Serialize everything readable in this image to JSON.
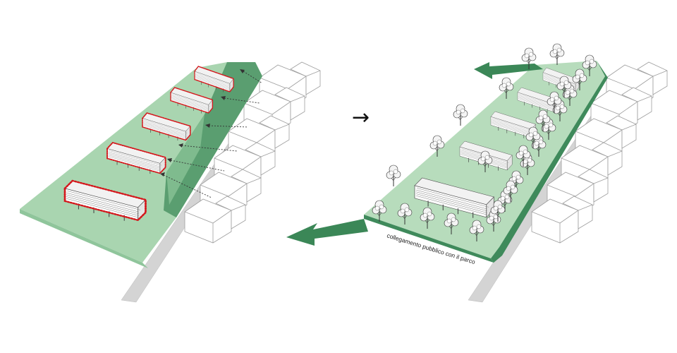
{
  "diagram": {
    "caption": "collegamento pubblico con il parco",
    "transition_symbol": "→",
    "colors": {
      "park_green": "#a9d5b0",
      "park_green_light": "#b7dcbc",
      "edge_green_dark": "#3f8a5b",
      "edge_green": "#5a9e70",
      "road_gray": "#d4d4d4",
      "building_outline": "#aaaaaa",
      "highlight_red": "#d4161b",
      "arrow_green": "#3b8757"
    },
    "left_panel": {
      "name": "existing-site",
      "building_count": 5,
      "marked_buildings": true,
      "projection_lines": true
    },
    "right_panel": {
      "name": "proposed-park",
      "building_count": 5,
      "trees": true,
      "public_paths": 2
    },
    "icons": [
      "right-arrow-icon",
      "path-arrow-icon",
      "tree-icon",
      "building-icon"
    ]
  }
}
